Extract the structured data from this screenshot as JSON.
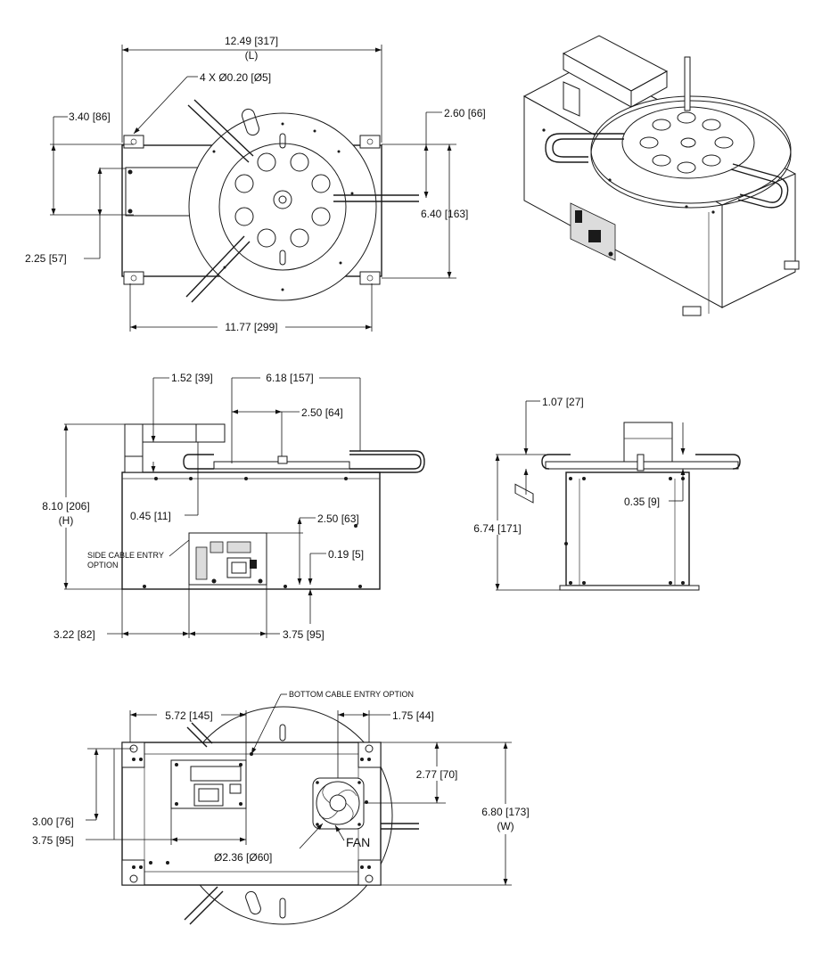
{
  "top_view": {
    "length": "12.49 [317]",
    "length_letter": "(L)",
    "holes": "4 X Ø0.20 [Ø5]",
    "hole_offset_x": "3.40 [86]",
    "right_offset": "2.60 [66]",
    "depth": "6.40 [163]",
    "plate_offset": "2.25 [57]",
    "base_length": "11.77 [299]"
  },
  "front_view": {
    "pillar_width": "1.52 [39]",
    "table_span": "6.18 [157]",
    "center_offset": "2.50 [64]",
    "height": "8.10 [206]",
    "height_letter": "(H)",
    "top_offset": "0.45 [11]",
    "panel_height": "2.50 [63]",
    "side_cable_note_1": "SIDE CABLE ENTRY",
    "side_cable_note_2": "OPTION",
    "bottom_gap": "0.19 [5]",
    "left_offset": "3.22 [82]",
    "panel_width": "3.75 [95]"
  },
  "side_view": {
    "table_thickness": "1.07 [27]",
    "height": "6.74 [171]",
    "rim_offset": "0.35 [9]"
  },
  "bottom_view": {
    "bottom_cable_note": "BOTTOM CABLE ENTRY OPTION",
    "panel_offset": "5.72 [145]",
    "fan_offset_x": "1.75 [44]",
    "fan_offset_y": "2.77 [70]",
    "width": "6.80 [173]",
    "width_letter": "(W)",
    "dim_3_00": "3.00 [76]",
    "dim_3_75": "3.75 [95]",
    "fan_diameter": "Ø2.36 [Ø60]",
    "fan_label": "FAN"
  }
}
